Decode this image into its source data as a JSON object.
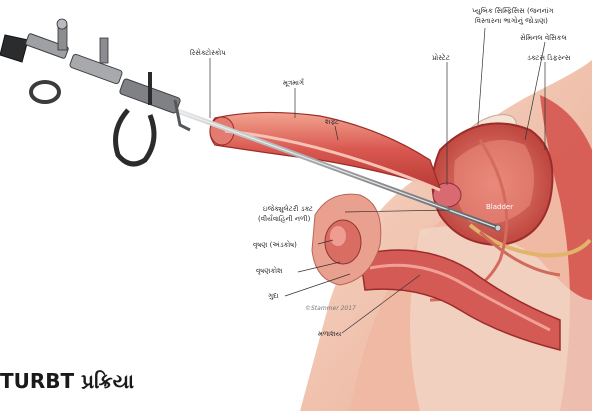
{
  "title": "TURBT પ્રક્રિયા",
  "labels": {
    "resectoscope": "રિસેક્ટોસ્કોપ",
    "urethra": "મૂત્રમાર્ગ",
    "penis": "શફ્ટ",
    "prostate": "પ્રોસ્ટેટ",
    "pubic_line1": "પ્યુબિક સિમ્ફિસિસ (જનનાંગ",
    "pubic_line2": "વિસ્તારના ભાગોનું જોડાણ)",
    "seminal": "સેમિનલ વેસિકલ",
    "detrusor": "ડક્ટસ ડિફરન્સ",
    "bladder": "Bladder",
    "ejac_line1": "ઇજેક્યુલેટરી ડક્ટ",
    "ejac_line2": "(વીર્યવાહિની નળી)",
    "testis": "વૃષણ (અંડકોષ)",
    "scrotum": "વૃષણકોશ",
    "anus": "ગુદા",
    "rectum": "મળાશય",
    "signature": "©Stammer 2017"
  },
  "colors": {
    "skin": "#f1c2ae",
    "flesh": "#e7867c",
    "muscle": "#c8433f",
    "bladder_wall": "#d9574f",
    "instrument": "#8d8f92"
  }
}
